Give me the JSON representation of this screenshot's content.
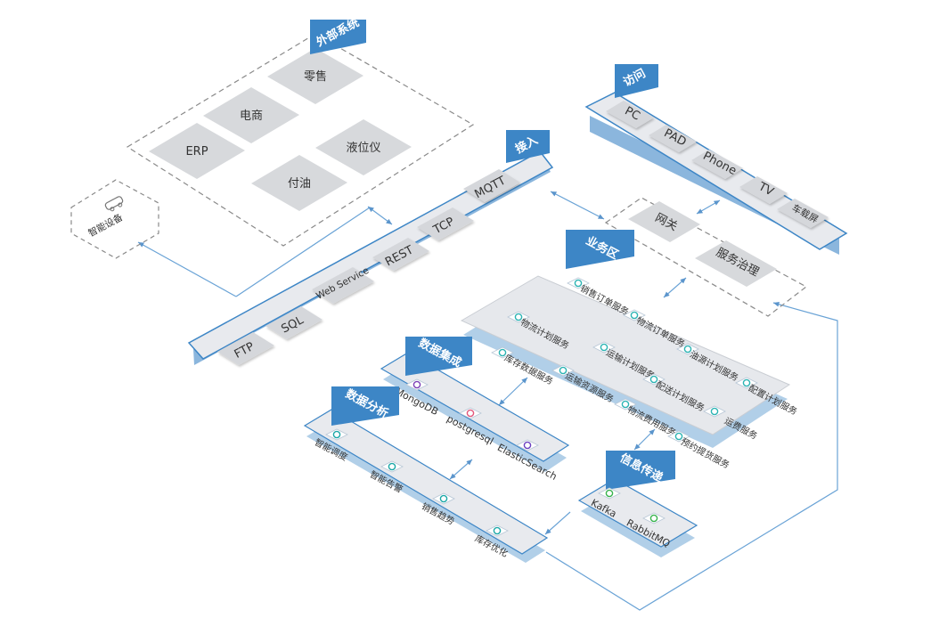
{
  "colors": {
    "accent": "#3d86c6",
    "panel": "#e6e8ec",
    "tile": "#d5d7db",
    "line": "#6aa3d6",
    "dash": "#888888"
  },
  "external": {
    "title": "外部系统",
    "items": [
      "零售",
      "电商",
      "液位仪",
      "ERP",
      "付油"
    ]
  },
  "smart_device": {
    "label": "智能设备"
  },
  "access_in": {
    "title": "接入",
    "items": [
      "MQTT",
      "TCP",
      "REST",
      "Web Service",
      "SQL",
      "FTP"
    ]
  },
  "visit": {
    "title": "访问",
    "items": [
      "PC",
      "PAD",
      "Phone",
      "TV",
      "车载屏"
    ]
  },
  "gateway": {
    "left": "网关",
    "right": "服务治理"
  },
  "business": {
    "title": "业务区",
    "items": [
      "销售订单服务",
      "物流计划服务",
      "物流订单服务",
      "库存数据服务",
      "运输计划服务",
      "油源计划服务",
      "运输资源服务",
      "配送计划服务",
      "配置计划服务",
      "物流费用服务",
      "运费服务",
      "预约提货服务"
    ]
  },
  "data_integration": {
    "title": "数据集成",
    "items": [
      "MongoDB",
      "postgresql",
      "ElasticSearch"
    ]
  },
  "data_analysis": {
    "title": "数据分析",
    "items": [
      "智能调度",
      "智能告警",
      "销售趋势",
      "库存优化"
    ]
  },
  "messaging": {
    "title": "信息传递",
    "items": [
      "Kafka",
      "RabbitMQ"
    ]
  }
}
